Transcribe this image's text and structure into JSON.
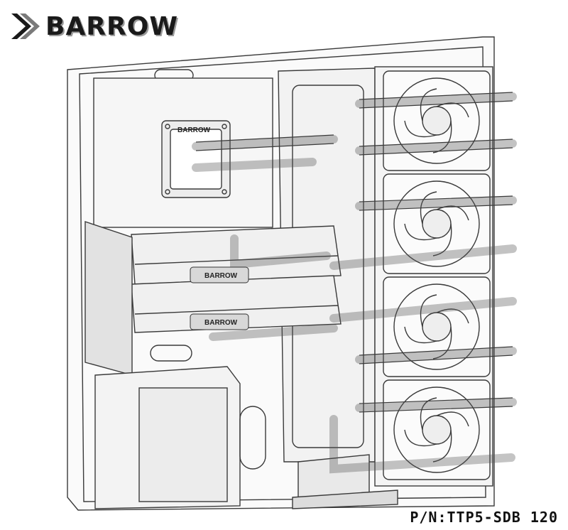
{
  "brand": {
    "name": "BARROW"
  },
  "labels": {
    "part_number": "P/N:TTP5-SDB 120",
    "block_badge": "BARROW",
    "cpu_badge": "BARROW"
  },
  "illustration": {
    "kind": "line-drawing",
    "subject": "open case with water cooling loop",
    "fans": 4,
    "gpu_blocks": 2,
    "colors": {
      "line": "#3a3a3a",
      "fill": "#f4f4f4",
      "accent": "#1a1a1a"
    }
  },
  "icons": {
    "logo_mark": "chevron-arrow-icon",
    "fan": "fan-icon"
  }
}
